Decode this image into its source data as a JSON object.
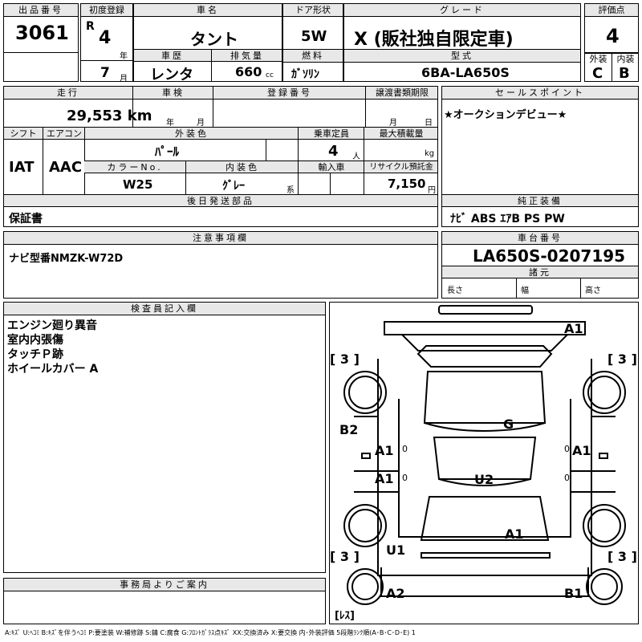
{
  "lot": {
    "header": "出品番号",
    "value": "3061"
  },
  "first_reg": {
    "header": "初度登録",
    "era": "R",
    "year": "4",
    "year_unit": "年",
    "month": "7",
    "month_unit": "月"
  },
  "car_name": {
    "header": "車名",
    "value": "タント"
  },
  "door": {
    "header": "ドア形状",
    "value": "5W"
  },
  "grade": {
    "header": "グレード",
    "value": "X (販社独自限定車)"
  },
  "score": {
    "header": "評価点",
    "value": "4"
  },
  "history": {
    "header": "車歴",
    "value": "レンタ"
  },
  "displacement": {
    "header": "排気量",
    "value": "660",
    "unit": "cc"
  },
  "fuel": {
    "header": "燃料",
    "value": "ｶﾞｿﾘﾝ"
  },
  "model": {
    "header": "型式",
    "value": "6BA-LA650S"
  },
  "exterior_grade": {
    "header": "外装",
    "value": "C"
  },
  "interior_grade": {
    "header": "内装",
    "value": "B"
  },
  "mileage": {
    "header": "走行",
    "value": "29,553 km"
  },
  "inspection": {
    "header": "車検",
    "year_unit": "年",
    "month_unit": "月"
  },
  "registration": {
    "header": "登録番号"
  },
  "transfer_deadline": {
    "header": "譲渡書類期限",
    "month_unit": "月",
    "day_unit": "日"
  },
  "sales_points": {
    "header": "セールスポイント",
    "text": "★オークションデビュー★"
  },
  "shift": {
    "header": "シフト",
    "value": "IAT"
  },
  "aircon": {
    "header": "エアコン",
    "value": "AAC"
  },
  "exterior_color": {
    "header": "外装色",
    "value": "ﾊﾟｰﾙ"
  },
  "capacity": {
    "header": "乗車定員",
    "value": "4",
    "unit": "人"
  },
  "max_load": {
    "header": "最大積載量",
    "unit": "kg"
  },
  "color_no": {
    "header": "カラーNo.",
    "value": "W25"
  },
  "interior_color": {
    "header": "内装色",
    "value": "ｸﾞﾚｰ",
    "unit": "系"
  },
  "import": {
    "header": "輸入車"
  },
  "recycle": {
    "header": "リサイクル預託金",
    "value": "7,150",
    "unit": "円"
  },
  "later_parts": {
    "header": "後日発送部品",
    "value": "保証書"
  },
  "equipment": {
    "header": "純正装備",
    "value": "ﾅﾋﾞ ABS ｴｱB PS PW"
  },
  "notes": {
    "header": "注意事項欄",
    "value": "ナビ型番NMZK-W72D"
  },
  "chassis": {
    "header": "車台番号",
    "value": "LA650S-0207195"
  },
  "specs": {
    "header": "諸元",
    "length": "長さ",
    "width": "幅",
    "height": "高さ"
  },
  "inspector": {
    "header": "検査員記入欄",
    "lines": [
      "エンジン廻り異音",
      "室内内張傷",
      "タッチＰ跡",
      "ホイールカバー A"
    ]
  },
  "office": {
    "header": "事務局よりご案内"
  },
  "diagram": {
    "marks": [
      "A1",
      "[ 3 ]",
      "[ 3 ]",
      "G",
      "B2",
      "A1",
      "A1",
      "A1",
      "U2",
      "A1",
      "[ 3 ]",
      "U1",
      "[ 3 ]",
      "A2",
      "B1",
      "[ﾚｽ]"
    ],
    "tire_marks": [
      "0",
      "0",
      "0",
      "0"
    ]
  },
  "legend": "A:ｷｽﾞ U:ﾍｺﾐ B:ｷｽﾞを伴うﾍｺﾐ P:要塗装 W:補修跡 S:錆 C:腐食 G:ﾌﾛﾝﾄｶﾞﾗｽ点ｷｽﾞ XX:交換済み X:要交換 内･外装評価 5段階ﾗﾝｸ順(A･B･C･D･E) 1"
}
